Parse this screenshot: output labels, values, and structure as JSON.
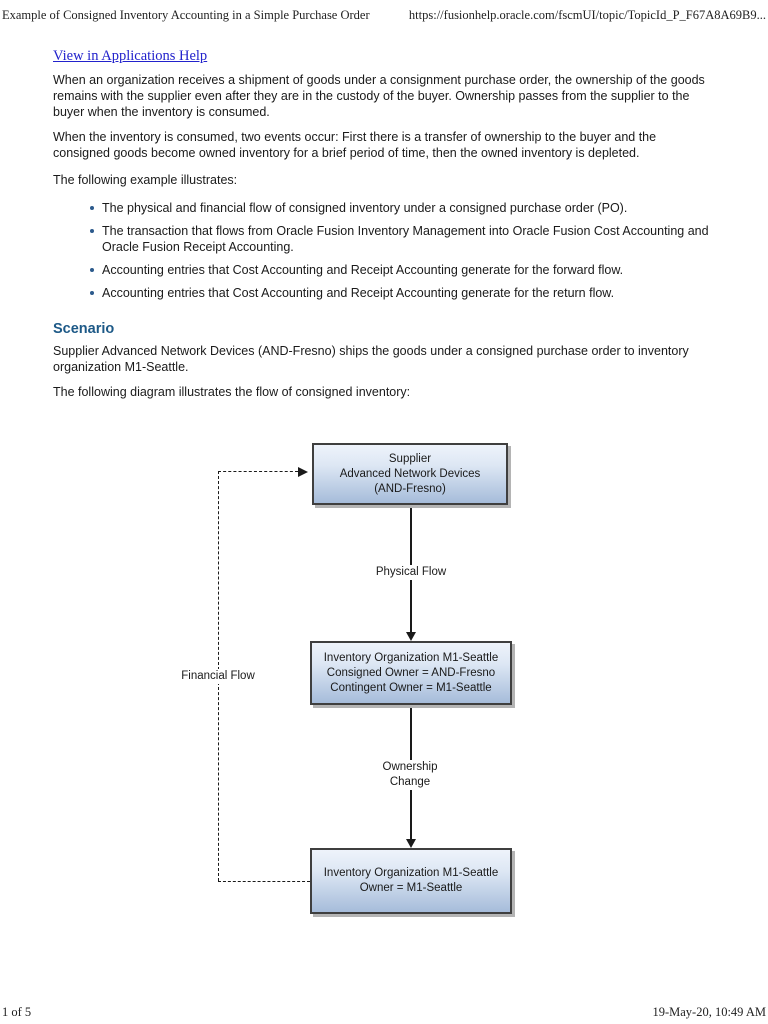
{
  "header": {
    "title": "Example of Consigned Inventory Accounting in a Simple Purchase Order",
    "url": "https://fusionhelp.oracle.com/fscmUI/topic/TopicId_P_F67A8A69B9..."
  },
  "article": {
    "help_link": "View in Applications Help",
    "p1": "When an organization receives a shipment of goods under a consignment purchase order, the ownership of the goods remains with the supplier even after they are in the custody of the buyer. Ownership passes from the supplier to the buyer when the inventory is consumed.",
    "p2": "When the inventory is consumed, two events occur: First there is a transfer of ownership to the buyer and the consigned goods become owned inventory for a brief period of time, then the owned inventory is depleted.",
    "p3": "The following example illustrates:",
    "bullets": [
      "The physical and financial flow of consigned inventory under a consigned purchase order (PO).",
      "The transaction that flows from Oracle Fusion Inventory Management into Oracle Fusion Cost Accounting and Oracle Fusion Receipt Accounting.",
      "Accounting entries that Cost Accounting and Receipt Accounting generate for the forward flow.",
      "Accounting entries that Cost Accounting and Receipt Accounting generate for the return flow."
    ],
    "scenario_heading": "Scenario",
    "s1": "Supplier Advanced Network Devices (AND-Fresno) ships the goods under a consigned purchase order to inventory organization M1-Seattle.",
    "s2": "The following diagram illustrates the flow of consigned inventory:"
  },
  "diagram": {
    "boxes": {
      "supplier": [
        "Supplier",
        "Advanced Network Devices",
        "(AND-Fresno)"
      ],
      "consigned": [
        "Inventory Organization M1-Seattle",
        "Consigned Owner = AND-Fresno",
        "Contingent Owner = M1-Seattle"
      ],
      "owned": [
        "Inventory Organization M1-Seattle",
        "Owner = M1-Seattle"
      ]
    },
    "labels": {
      "physical": "Physical Flow",
      "financial": "Financial Flow",
      "ownership_line1": "Ownership",
      "ownership_line2": "Change"
    }
  },
  "footer": {
    "page": "1 of 5",
    "timestamp": "19-May-20, 10:49 AM"
  },
  "colors": {
    "link": "#2222cc",
    "heading": "#1d5987",
    "bullet": "#2c5a8c",
    "box_gradient_top": "#eef3fb",
    "box_gradient_bottom": "#a6bcda",
    "box_border": "#3f3f3f"
  }
}
